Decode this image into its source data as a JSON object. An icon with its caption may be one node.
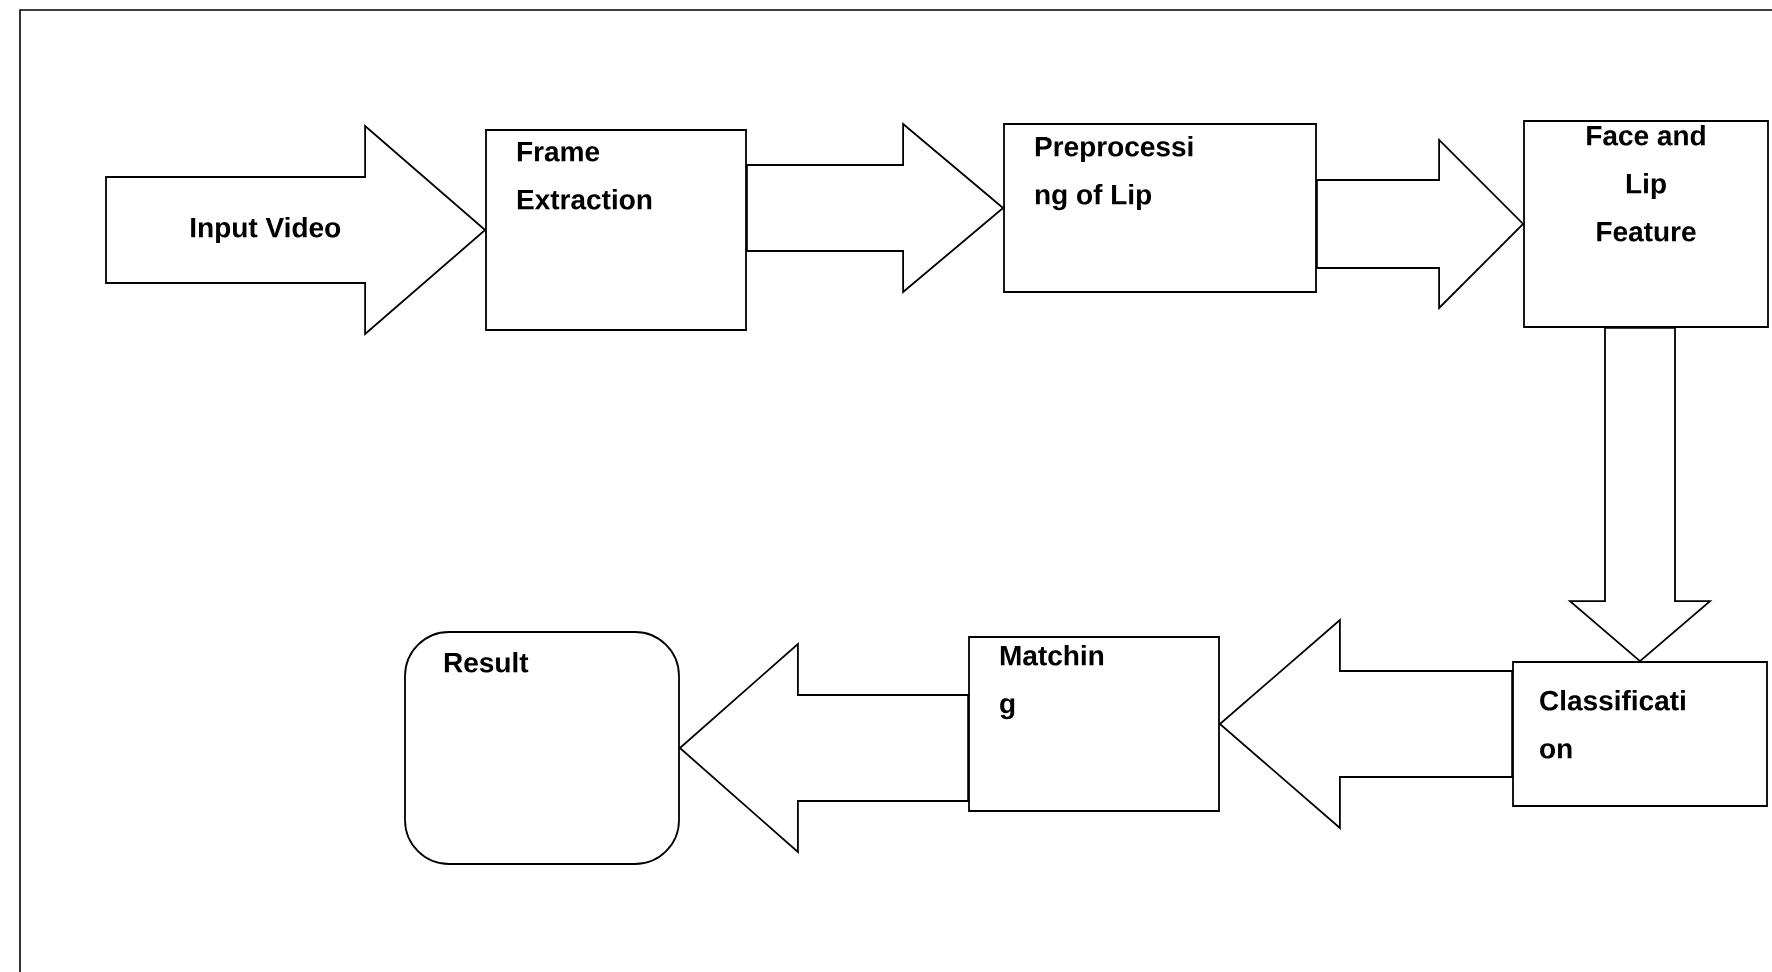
{
  "diagram": {
    "nodes": [
      {
        "text": [
          "Frame Extraction"
        ]
      },
      {
        "text": [
          "Preprocessi ng of Lip"
        ]
      },
      {
        "text": [
          "Face and Lip Feature"
        ]
      },
      {
        "text": [
          "Classificati on"
        ]
      },
      {
        "text": [
          "Matchin g"
        ]
      },
      {
        "text": [
          "Result"
        ]
      }
    ],
    "edges": [
      {
        "from": null,
        "to": 0,
        "arrow": "to",
        "label": "Input Video"
      },
      {
        "from": 0,
        "to": 1,
        "arrow": "to"
      },
      {
        "from": 1,
        "to": 2,
        "arrow": "to"
      },
      {
        "from": 2,
        "to": 3,
        "arrow": "to"
      },
      {
        "from": 3,
        "to": 4,
        "arrow": "to"
      },
      {
        "from": 4,
        "to": 5,
        "arrow": "to"
      }
    ]
  }
}
